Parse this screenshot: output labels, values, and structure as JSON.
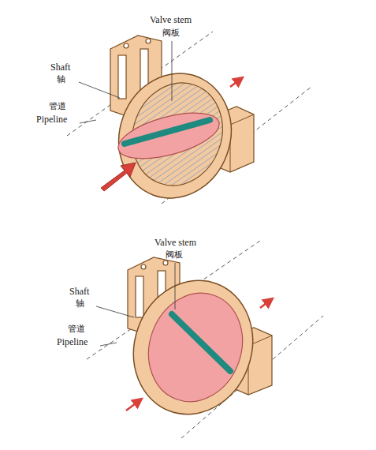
{
  "diagram": {
    "labels": [
      "Valve stem",
      "阀板",
      "Shaft",
      "轴",
      "管道",
      "Pipeline",
      "Valve stem",
      "阀板",
      "Shaft",
      "轴",
      "管道",
      "Pipeline"
    ]
  }
}
